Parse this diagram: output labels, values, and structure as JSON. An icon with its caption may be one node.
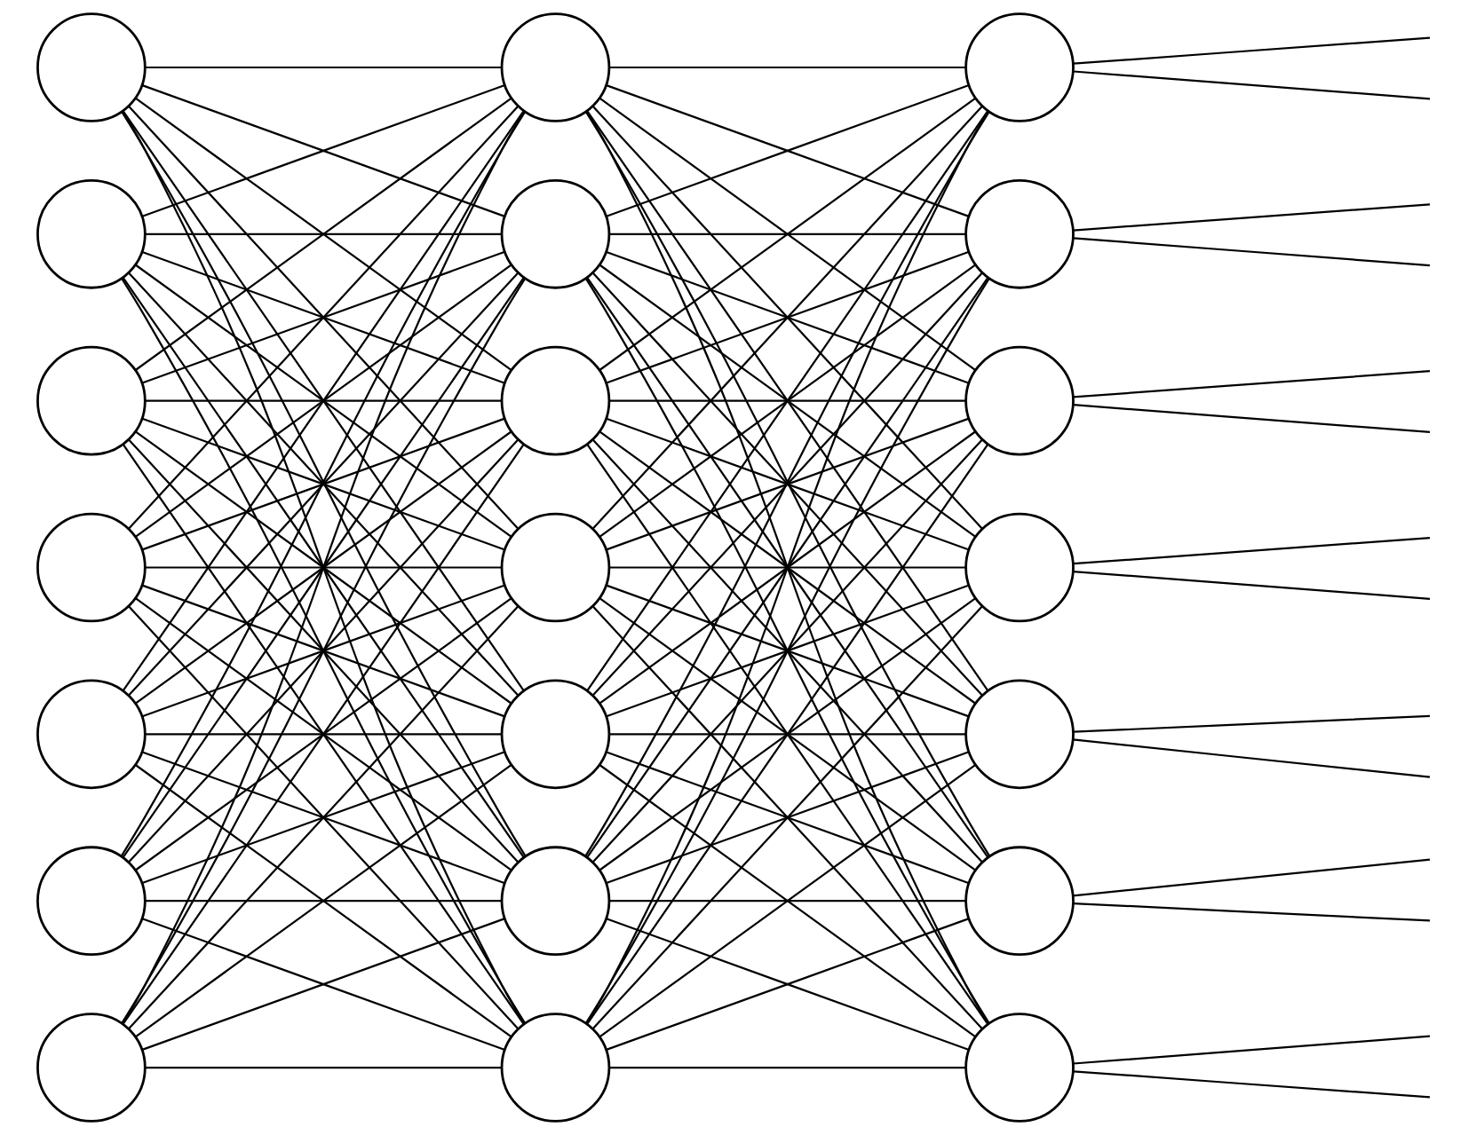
{
  "diagram": {
    "nodes": [
      {
        "text": [],
        "shape": "circle"
      },
      {
        "text": [],
        "shape": "circle"
      },
      {
        "text": [],
        "shape": "circle"
      },
      {
        "text": [],
        "shape": "circle"
      },
      {
        "text": [],
        "shape": "circle"
      },
      {
        "text": [],
        "shape": "circle"
      },
      {
        "text": [],
        "shape": "circle"
      },
      {
        "text": [],
        "shape": "circle"
      },
      {
        "text": [],
        "shape": "circle"
      },
      {
        "text": [],
        "shape": "circle"
      },
      {
        "text": [],
        "shape": "circle"
      },
      {
        "text": [],
        "shape": "circle"
      },
      {
        "text": [],
        "shape": "circle"
      },
      {
        "text": [],
        "shape": "circle"
      },
      {
        "text": [],
        "shape": "circle"
      },
      {
        "text": [],
        "shape": "circle"
      },
      {
        "text": [],
        "shape": "circle"
      },
      {
        "text": [],
        "shape": "circle"
      },
      {
        "text": [],
        "shape": "circle"
      },
      {
        "text": [],
        "shape": "circle"
      },
      {
        "text": [],
        "shape": "circle"
      }
    ],
    "edges": [
      {
        "from": 0,
        "to": 7,
        "arrow": "none"
      },
      {
        "from": 0,
        "to": 8,
        "arrow": "none"
      },
      {
        "from": 0,
        "to": 9,
        "arrow": "none"
      },
      {
        "from": 0,
        "to": 10,
        "arrow": "none"
      },
      {
        "from": 0,
        "to": 11,
        "arrow": "none"
      },
      {
        "from": 0,
        "to": 12,
        "arrow": "none"
      },
      {
        "from": 0,
        "to": 13,
        "arrow": "none"
      },
      {
        "from": 1,
        "to": 7,
        "arrow": "none"
      },
      {
        "from": 1,
        "to": 8,
        "arrow": "none"
      },
      {
        "from": 1,
        "to": 9,
        "arrow": "none"
      },
      {
        "from": 1,
        "to": 10,
        "arrow": "none"
      },
      {
        "from": 1,
        "to": 11,
        "arrow": "none"
      },
      {
        "from": 1,
        "to": 12,
        "arrow": "none"
      },
      {
        "from": 1,
        "to": 13,
        "arrow": "none"
      },
      {
        "from": 2,
        "to": 7,
        "arrow": "none"
      },
      {
        "from": 2,
        "to": 8,
        "arrow": "none"
      },
      {
        "from": 2,
        "to": 9,
        "arrow": "none"
      },
      {
        "from": 2,
        "to": 10,
        "arrow": "none"
      },
      {
        "from": 2,
        "to": 11,
        "arrow": "none"
      },
      {
        "from": 2,
        "to": 12,
        "arrow": "none"
      },
      {
        "from": 2,
        "to": 13,
        "arrow": "none"
      },
      {
        "from": 3,
        "to": 7,
        "arrow": "none"
      },
      {
        "from": 3,
        "to": 8,
        "arrow": "none"
      },
      {
        "from": 3,
        "to": 9,
        "arrow": "none"
      },
      {
        "from": 3,
        "to": 10,
        "arrow": "none"
      },
      {
        "from": 3,
        "to": 11,
        "arrow": "none"
      },
      {
        "from": 3,
        "to": 12,
        "arrow": "none"
      },
      {
        "from": 3,
        "to": 13,
        "arrow": "none"
      },
      {
        "from": 4,
        "to": 7,
        "arrow": "none"
      },
      {
        "from": 4,
        "to": 8,
        "arrow": "none"
      },
      {
        "from": 4,
        "to": 9,
        "arrow": "none"
      },
      {
        "from": 4,
        "to": 10,
        "arrow": "none"
      },
      {
        "from": 4,
        "to": 11,
        "arrow": "none"
      },
      {
        "from": 4,
        "to": 12,
        "arrow": "none"
      },
      {
        "from": 4,
        "to": 13,
        "arrow": "none"
      },
      {
        "from": 5,
        "to": 7,
        "arrow": "none"
      },
      {
        "from": 5,
        "to": 8,
        "arrow": "none"
      },
      {
        "from": 5,
        "to": 9,
        "arrow": "none"
      },
      {
        "from": 5,
        "to": 10,
        "arrow": "none"
      },
      {
        "from": 5,
        "to": 11,
        "arrow": "none"
      },
      {
        "from": 5,
        "to": 12,
        "arrow": "none"
      },
      {
        "from": 5,
        "to": 13,
        "arrow": "none"
      },
      {
        "from": 6,
        "to": 7,
        "arrow": "none"
      },
      {
        "from": 6,
        "to": 8,
        "arrow": "none"
      },
      {
        "from": 6,
        "to": 9,
        "arrow": "none"
      },
      {
        "from": 6,
        "to": 10,
        "arrow": "none"
      },
      {
        "from": 6,
        "to": 11,
        "arrow": "none"
      },
      {
        "from": 6,
        "to": 12,
        "arrow": "none"
      },
      {
        "from": 6,
        "to": 13,
        "arrow": "none"
      },
      {
        "from": 7,
        "to": 14,
        "arrow": "none"
      },
      {
        "from": 7,
        "to": 15,
        "arrow": "none"
      },
      {
        "from": 7,
        "to": 16,
        "arrow": "none"
      },
      {
        "from": 7,
        "to": 17,
        "arrow": "none"
      },
      {
        "from": 7,
        "to": 18,
        "arrow": "none"
      },
      {
        "from": 7,
        "to": 19,
        "arrow": "none"
      },
      {
        "from": 7,
        "to": 20,
        "arrow": "none"
      },
      {
        "from": 8,
        "to": 14,
        "arrow": "none"
      },
      {
        "from": 8,
        "to": 15,
        "arrow": "none"
      },
      {
        "from": 8,
        "to": 16,
        "arrow": "none"
      },
      {
        "from": 8,
        "to": 17,
        "arrow": "none"
      },
      {
        "from": 8,
        "to": 18,
        "arrow": "none"
      },
      {
        "from": 8,
        "to": 19,
        "arrow": "none"
      },
      {
        "from": 8,
        "to": 20,
        "arrow": "none"
      },
      {
        "from": 9,
        "to": 14,
        "arrow": "none"
      },
      {
        "from": 9,
        "to": 15,
        "arrow": "none"
      },
      {
        "from": 9,
        "to": 16,
        "arrow": "none"
      },
      {
        "from": 9,
        "to": 17,
        "arrow": "none"
      },
      {
        "from": 9,
        "to": 18,
        "arrow": "none"
      },
      {
        "from": 9,
        "to": 19,
        "arrow": "none"
      },
      {
        "from": 9,
        "to": 20,
        "arrow": "none"
      },
      {
        "from": 10,
        "to": 14,
        "arrow": "none"
      },
      {
        "from": 10,
        "to": 15,
        "arrow": "none"
      },
      {
        "from": 10,
        "to": 16,
        "arrow": "none"
      },
      {
        "from": 10,
        "to": 17,
        "arrow": "none"
      },
      {
        "from": 10,
        "to": 18,
        "arrow": "none"
      },
      {
        "from": 10,
        "to": 19,
        "arrow": "none"
      },
      {
        "from": 10,
        "to": 20,
        "arrow": "none"
      },
      {
        "from": 11,
        "to": 14,
        "arrow": "none"
      },
      {
        "from": 11,
        "to": 15,
        "arrow": "none"
      },
      {
        "from": 11,
        "to": 16,
        "arrow": "none"
      },
      {
        "from": 11,
        "to": 17,
        "arrow": "none"
      },
      {
        "from": 11,
        "to": 18,
        "arrow": "none"
      },
      {
        "from": 11,
        "to": 19,
        "arrow": "none"
      },
      {
        "from": 11,
        "to": 20,
        "arrow": "none"
      },
      {
        "from": 12,
        "to": 14,
        "arrow": "none"
      },
      {
        "from": 12,
        "to": 15,
        "arrow": "none"
      },
      {
        "from": 12,
        "to": 16,
        "arrow": "none"
      },
      {
        "from": 12,
        "to": 17,
        "arrow": "none"
      },
      {
        "from": 12,
        "to": 18,
        "arrow": "none"
      },
      {
        "from": 12,
        "to": 19,
        "arrow": "none"
      },
      {
        "from": 12,
        "to": 20,
        "arrow": "none"
      },
      {
        "from": 13,
        "to": 14,
        "arrow": "none"
      },
      {
        "from": 13,
        "to": 15,
        "arrow": "none"
      },
      {
        "from": 13,
        "to": 16,
        "arrow": "none"
      },
      {
        "from": 13,
        "to": 17,
        "arrow": "none"
      },
      {
        "from": 13,
        "to": 18,
        "arrow": "none"
      },
      {
        "from": 13,
        "to": 19,
        "arrow": "none"
      },
      {
        "from": 13,
        "to": 20,
        "arrow": "none"
      },
      {
        "from": 14,
        "to": null,
        "arrow": "none"
      },
      {
        "from": 14,
        "to": null,
        "arrow": "none"
      },
      {
        "from": 15,
        "to": null,
        "arrow": "none"
      },
      {
        "from": 15,
        "to": null,
        "arrow": "none"
      },
      {
        "from": 16,
        "to": null,
        "arrow": "none"
      },
      {
        "from": 16,
        "to": null,
        "arrow": "none"
      },
      {
        "from": 17,
        "to": null,
        "arrow": "none"
      },
      {
        "from": 17,
        "to": null,
        "arrow": "none"
      },
      {
        "from": 18,
        "to": null,
        "arrow": "none"
      },
      {
        "from": 18,
        "to": null,
        "arrow": "none"
      },
      {
        "from": 19,
        "to": null,
        "arrow": "none"
      },
      {
        "from": 19,
        "to": null,
        "arrow": "none"
      },
      {
        "from": 20,
        "to": null,
        "arrow": "none"
      },
      {
        "from": 20,
        "to": null,
        "arrow": "none"
      }
    ]
  }
}
